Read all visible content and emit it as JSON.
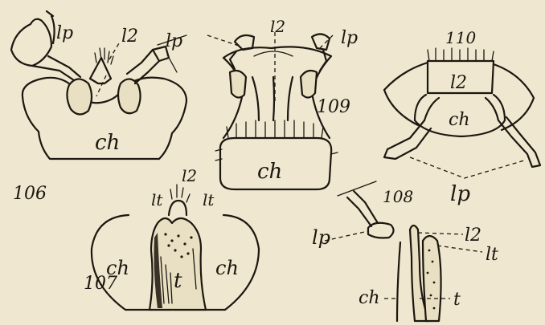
{
  "figures": [
    {
      "number": "106",
      "labels": [
        "lp",
        "l2",
        "ch"
      ]
    },
    {
      "number": "109",
      "labels": [
        "lp",
        "l2",
        "lp",
        "ch"
      ]
    },
    {
      "number": "110",
      "labels": [
        "l2",
        "ch",
        "lp"
      ]
    },
    {
      "number": "107",
      "labels": [
        "l2",
        "lt",
        "lt",
        "ch",
        "t",
        "ch"
      ]
    },
    {
      "number": "108",
      "labels": [
        "lp",
        "l2",
        "lt",
        "ch",
        "t"
      ]
    }
  ]
}
